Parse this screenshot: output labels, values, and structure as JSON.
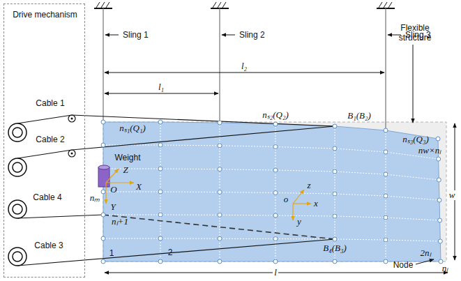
{
  "diagram": {
    "nodes": [
      {
        "text": [
          "Drive mechanism"
        ]
      },
      {
        "text": [
          "Flexible structure"
        ]
      }
    ],
    "labels": [
      "Sling 1",
      "Sling 2",
      "Sling 3",
      "l₂",
      "l₁",
      "Cable 1",
      "nₛ₂(Q₂)",
      "B₁(B₂)",
      "nₛ₁(Q₁)",
      "Cable 2",
      "nₛ₃(Q₃)",
      "nw×nₗ",
      "Weight",
      "Z",
      "O",
      "X",
      "nₘ",
      "Y",
      "z",
      "o",
      "x",
      "y",
      "w",
      "Cable 4",
      "nₗ+1",
      "1",
      "2",
      "Cable 3",
      "B₄(B₃)",
      "Node",
      "2nₗ",
      "nₗ",
      "l"
    ]
  }
}
